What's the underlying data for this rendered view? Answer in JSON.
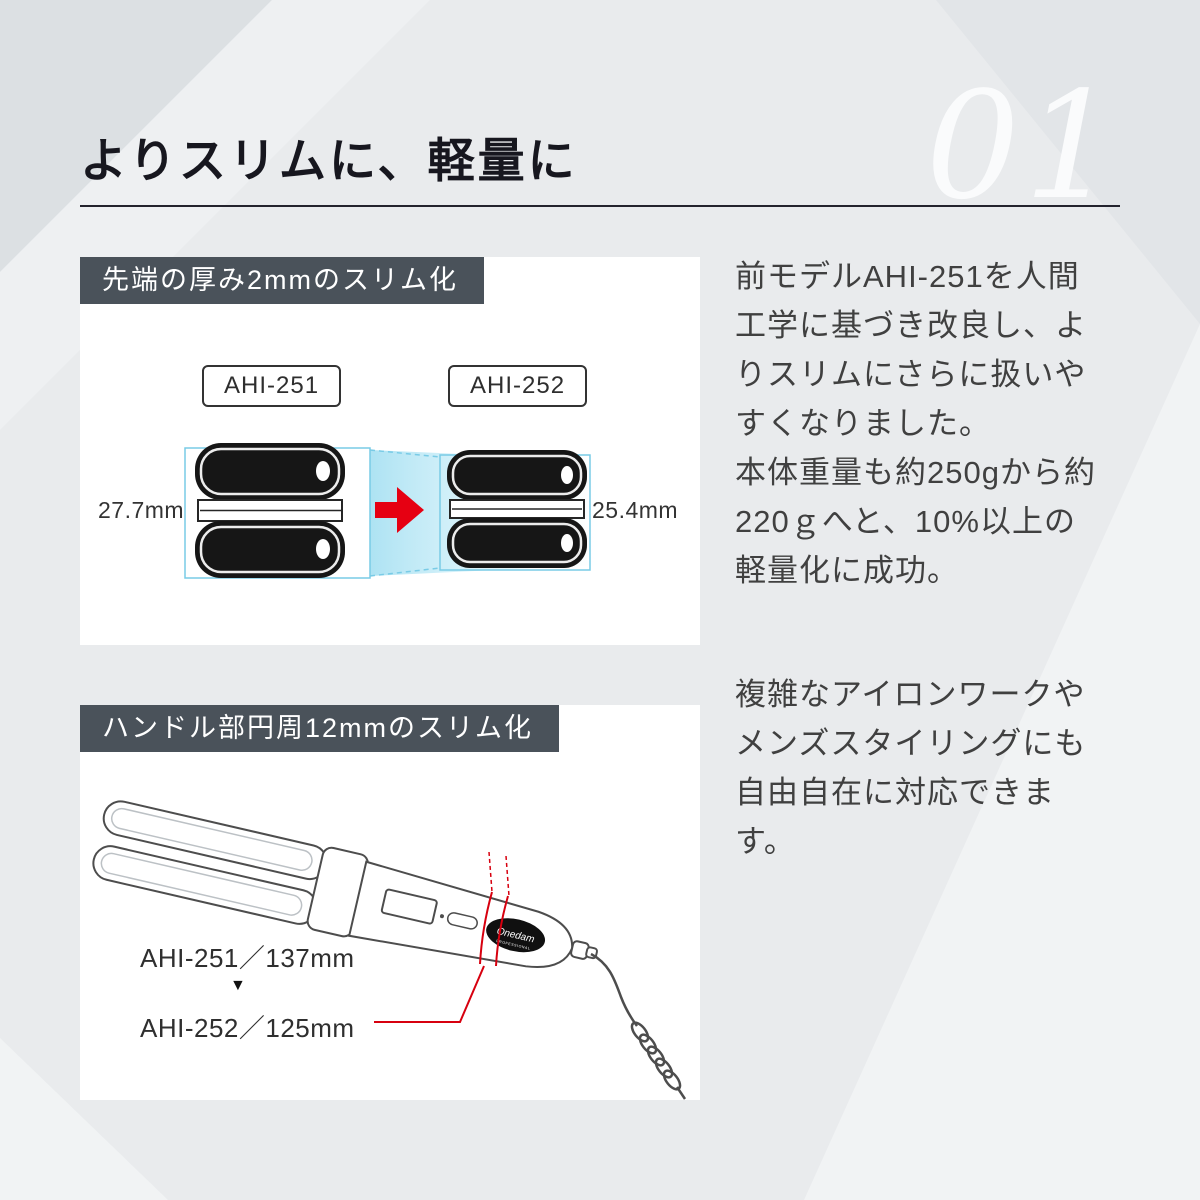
{
  "page": {
    "title": "よりスリムに、軽量に",
    "section_number": "01"
  },
  "cards": {
    "slim_tip": {
      "header": "先端の厚み2mmのスリム化",
      "model_before": "AHI-251",
      "model_after": "AHI-252",
      "measurement_before": "27.7mm",
      "measurement_after": "25.4mm"
    },
    "slim_handle": {
      "header": "ハンドル部円周12mmのスリム化",
      "brand": "Onedam",
      "brand_sub": "PROFESSIONAL",
      "spec_before": "AHI-251／137mm",
      "spec_arrow": "▼",
      "spec_after": "AHI-252／125mm"
    }
  },
  "description": {
    "paragraph1_lines": [
      "前モデルAHI-251を人間",
      "工学に基づき改良し、よ",
      "りスリムにさらに扱いや",
      "すくなりました。",
      "本体重量も約250gから約",
      "220ｇへと、10%以上の",
      "軽量化に成功。"
    ],
    "paragraph2_lines": [
      "複雑なアイロンワークや",
      "メンズスタイリングにも",
      "自由自在に対応できま",
      "す。"
    ]
  },
  "colors": {
    "accent_red": "#e60012",
    "header_band_bg": "#4a525a",
    "highlight_cyan": "#a9e1f2",
    "background": "#e9ebed",
    "text_dark": "#17171f",
    "text_body": "#404040"
  }
}
